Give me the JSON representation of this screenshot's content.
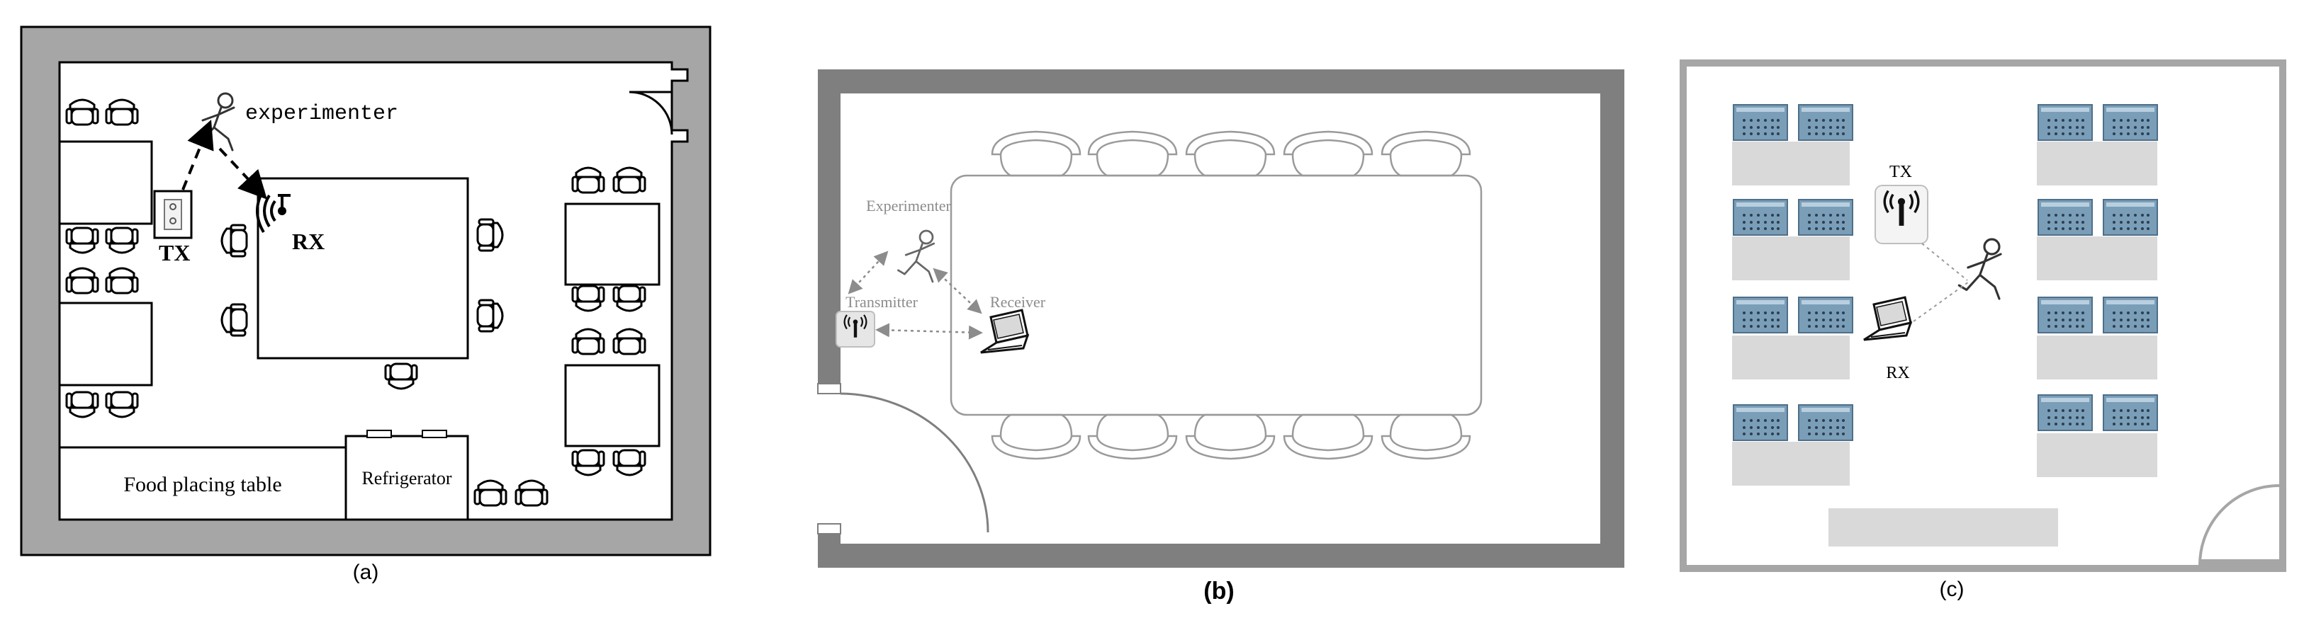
{
  "panel_a": {
    "experimenter_label": "experimenter",
    "tx_label": "TX",
    "rx_label": "RX",
    "food_table_label": "Food placing table",
    "refrigerator_label": "Refrigerator",
    "caption": "(a)"
  },
  "panel_b": {
    "experimenter_label": "Experimenter",
    "transmitter_label": "Transmitter",
    "receiver_label": "Receiver",
    "caption": "(b)"
  },
  "panel_c": {
    "tx_label": "TX",
    "rx_label": "RX",
    "caption": "(c)"
  },
  "colors": {
    "wall_gray": "#a6a6a6",
    "panel_b_wall": "#7f7f7f",
    "desk_gray": "#d9d9d9",
    "chair_blue": "#7a9eb8",
    "label_gray": "#8c8c8c"
  }
}
